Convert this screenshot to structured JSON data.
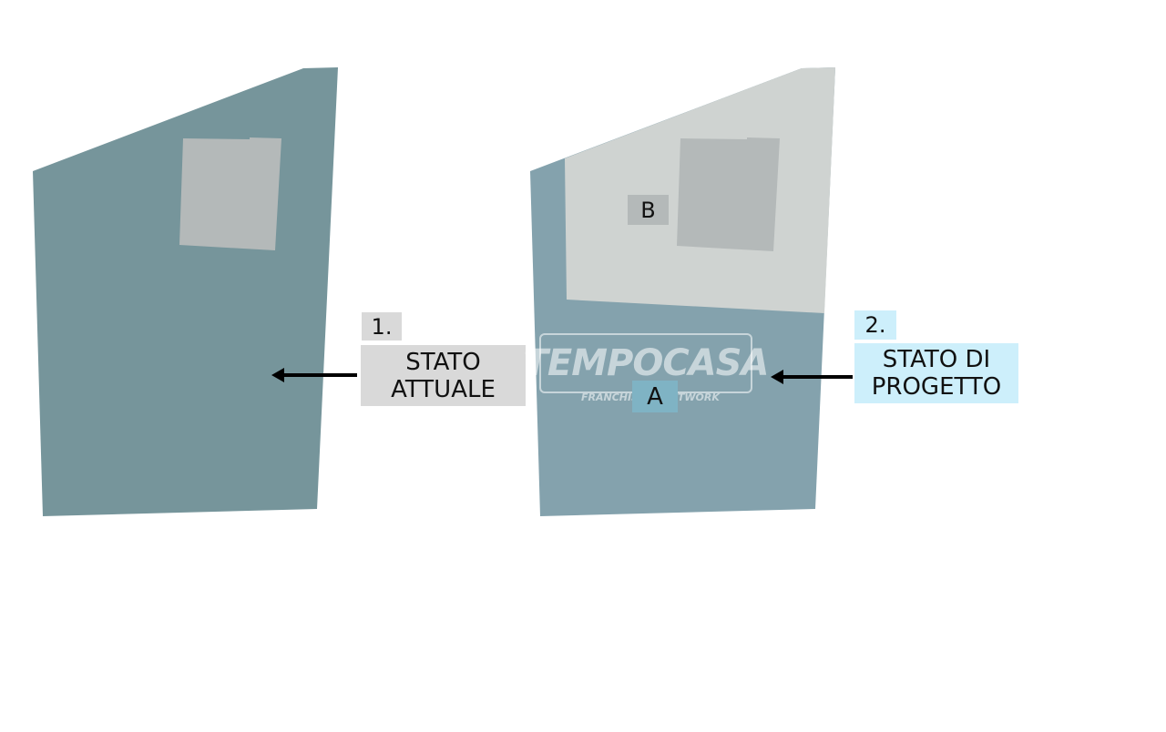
{
  "colors": {
    "lot_current": "#76959b",
    "lot_project_zone_a": "#84a2ad",
    "lot_project_zone_b": "#cfd3d1",
    "building": "#b4b9b9",
    "tag_current": "#d9d9d9",
    "tag_project": "#cdeffb",
    "arrow": "#000000"
  },
  "panel_current": {
    "number": "1.",
    "title_line1": "STATO",
    "title_line2": "ATTUALE"
  },
  "panel_project": {
    "number": "2.",
    "title_line1": "STATO DI",
    "title_line2": "PROGETTO",
    "zone_a_label": "A",
    "zone_b_label": "B"
  },
  "watermark": {
    "brand": "TEMPOCASA",
    "subtitle": "FRANCHISING NETWORK"
  }
}
